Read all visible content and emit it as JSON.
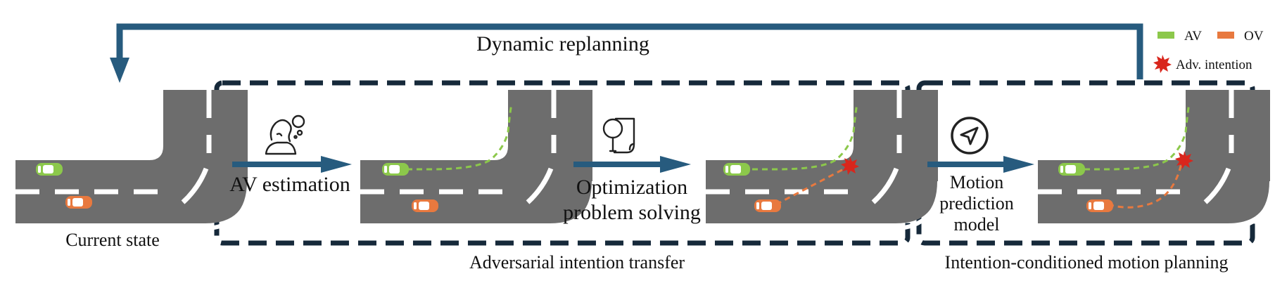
{
  "title": "Dynamic replanning",
  "legend": {
    "av": "AV",
    "ov": "OV",
    "adv": "Adv. intention"
  },
  "labels": {
    "current_state": "Current state",
    "av_estimation": "AV estimation",
    "optimization_1": "Optimization",
    "optimization_2": "problem solving",
    "motion_1": "Motion",
    "motion_2": "prediction",
    "motion_3": "model",
    "adversarial_group": "Adversarial intention transfer",
    "planning_group": "Intention-conditioned motion planning"
  },
  "colors": {
    "av": "#8cc84b",
    "ov": "#e8793f",
    "adv": "#d9261c",
    "arrow": "#275b7e",
    "road": "#6d6d6d",
    "frame": "#16293a"
  },
  "icons": {
    "estimation": "thinking-person-icon",
    "optimization": "magnifier-document-icon",
    "prediction": "navigation-compass-icon"
  }
}
